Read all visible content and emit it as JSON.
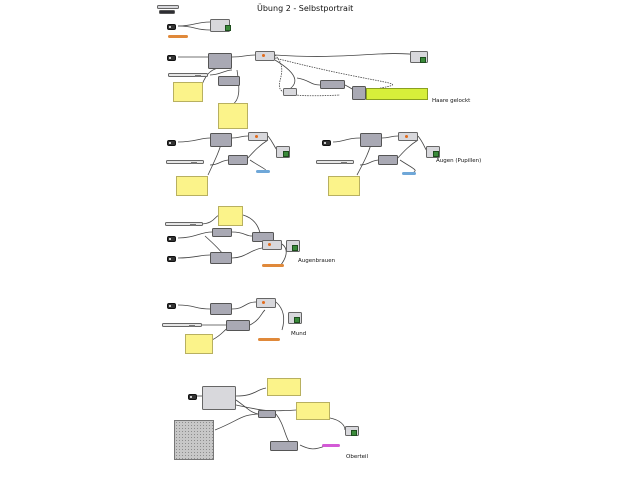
{
  "page": {
    "title": "Übung 2 - Selbstportrait",
    "background": "#ffffff",
    "wire_color": "#444444",
    "panel_color": "#fbf38a",
    "component_color": "#a9a9b4"
  },
  "groups": [
    {
      "id": "haare",
      "label": "Haare gelockt"
    },
    {
      "id": "augen",
      "label": "Augen (Pupillen)"
    },
    {
      "id": "augenbrauen",
      "label": "Augenbrauen"
    },
    {
      "id": "mund",
      "label": "Mund"
    },
    {
      "id": "oberteil",
      "label": "Oberteil"
    }
  ],
  "icons": {
    "toggle": "toggle-icon",
    "preview": "preview-icon",
    "component": "component-icon",
    "panel": "panel-icon",
    "image-sampler": "image-sampler-icon"
  },
  "accent_colors": {
    "orange": "#e0893a",
    "blue": "#6fa7d8",
    "magenta": "#d35ad6",
    "lime": "#d7ef3a",
    "green": "#3a8a3a"
  }
}
